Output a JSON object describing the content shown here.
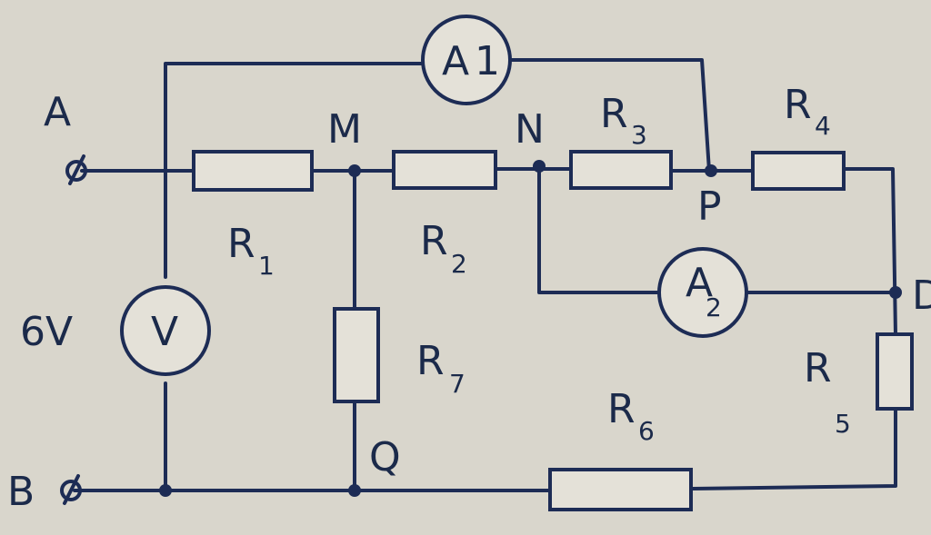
{
  "labels": {
    "A": "A",
    "B": "B",
    "M": "M",
    "N": "N",
    "P": "P",
    "Q": "Q",
    "D": "D",
    "source": "6V"
  },
  "resistors": {
    "r1": {
      "letter": "R",
      "index": "1"
    },
    "r2": {
      "letter": "R",
      "index": "2"
    },
    "r3": {
      "letter": "R",
      "index": "3"
    },
    "r4": {
      "letter": "R",
      "index": "4"
    },
    "r5": {
      "letter": "R",
      "index": "5"
    },
    "r6": {
      "letter": "R",
      "index": "6"
    },
    "r7": {
      "letter": "R",
      "index": "7"
    }
  },
  "meters": {
    "a1": {
      "letter": "A",
      "index": "1"
    },
    "a2": {
      "letter": "A",
      "index": "2"
    },
    "v": {
      "letter": "V"
    }
  },
  "colors": {
    "ink": "#1d2c55",
    "paper": "#d9d6cc"
  }
}
